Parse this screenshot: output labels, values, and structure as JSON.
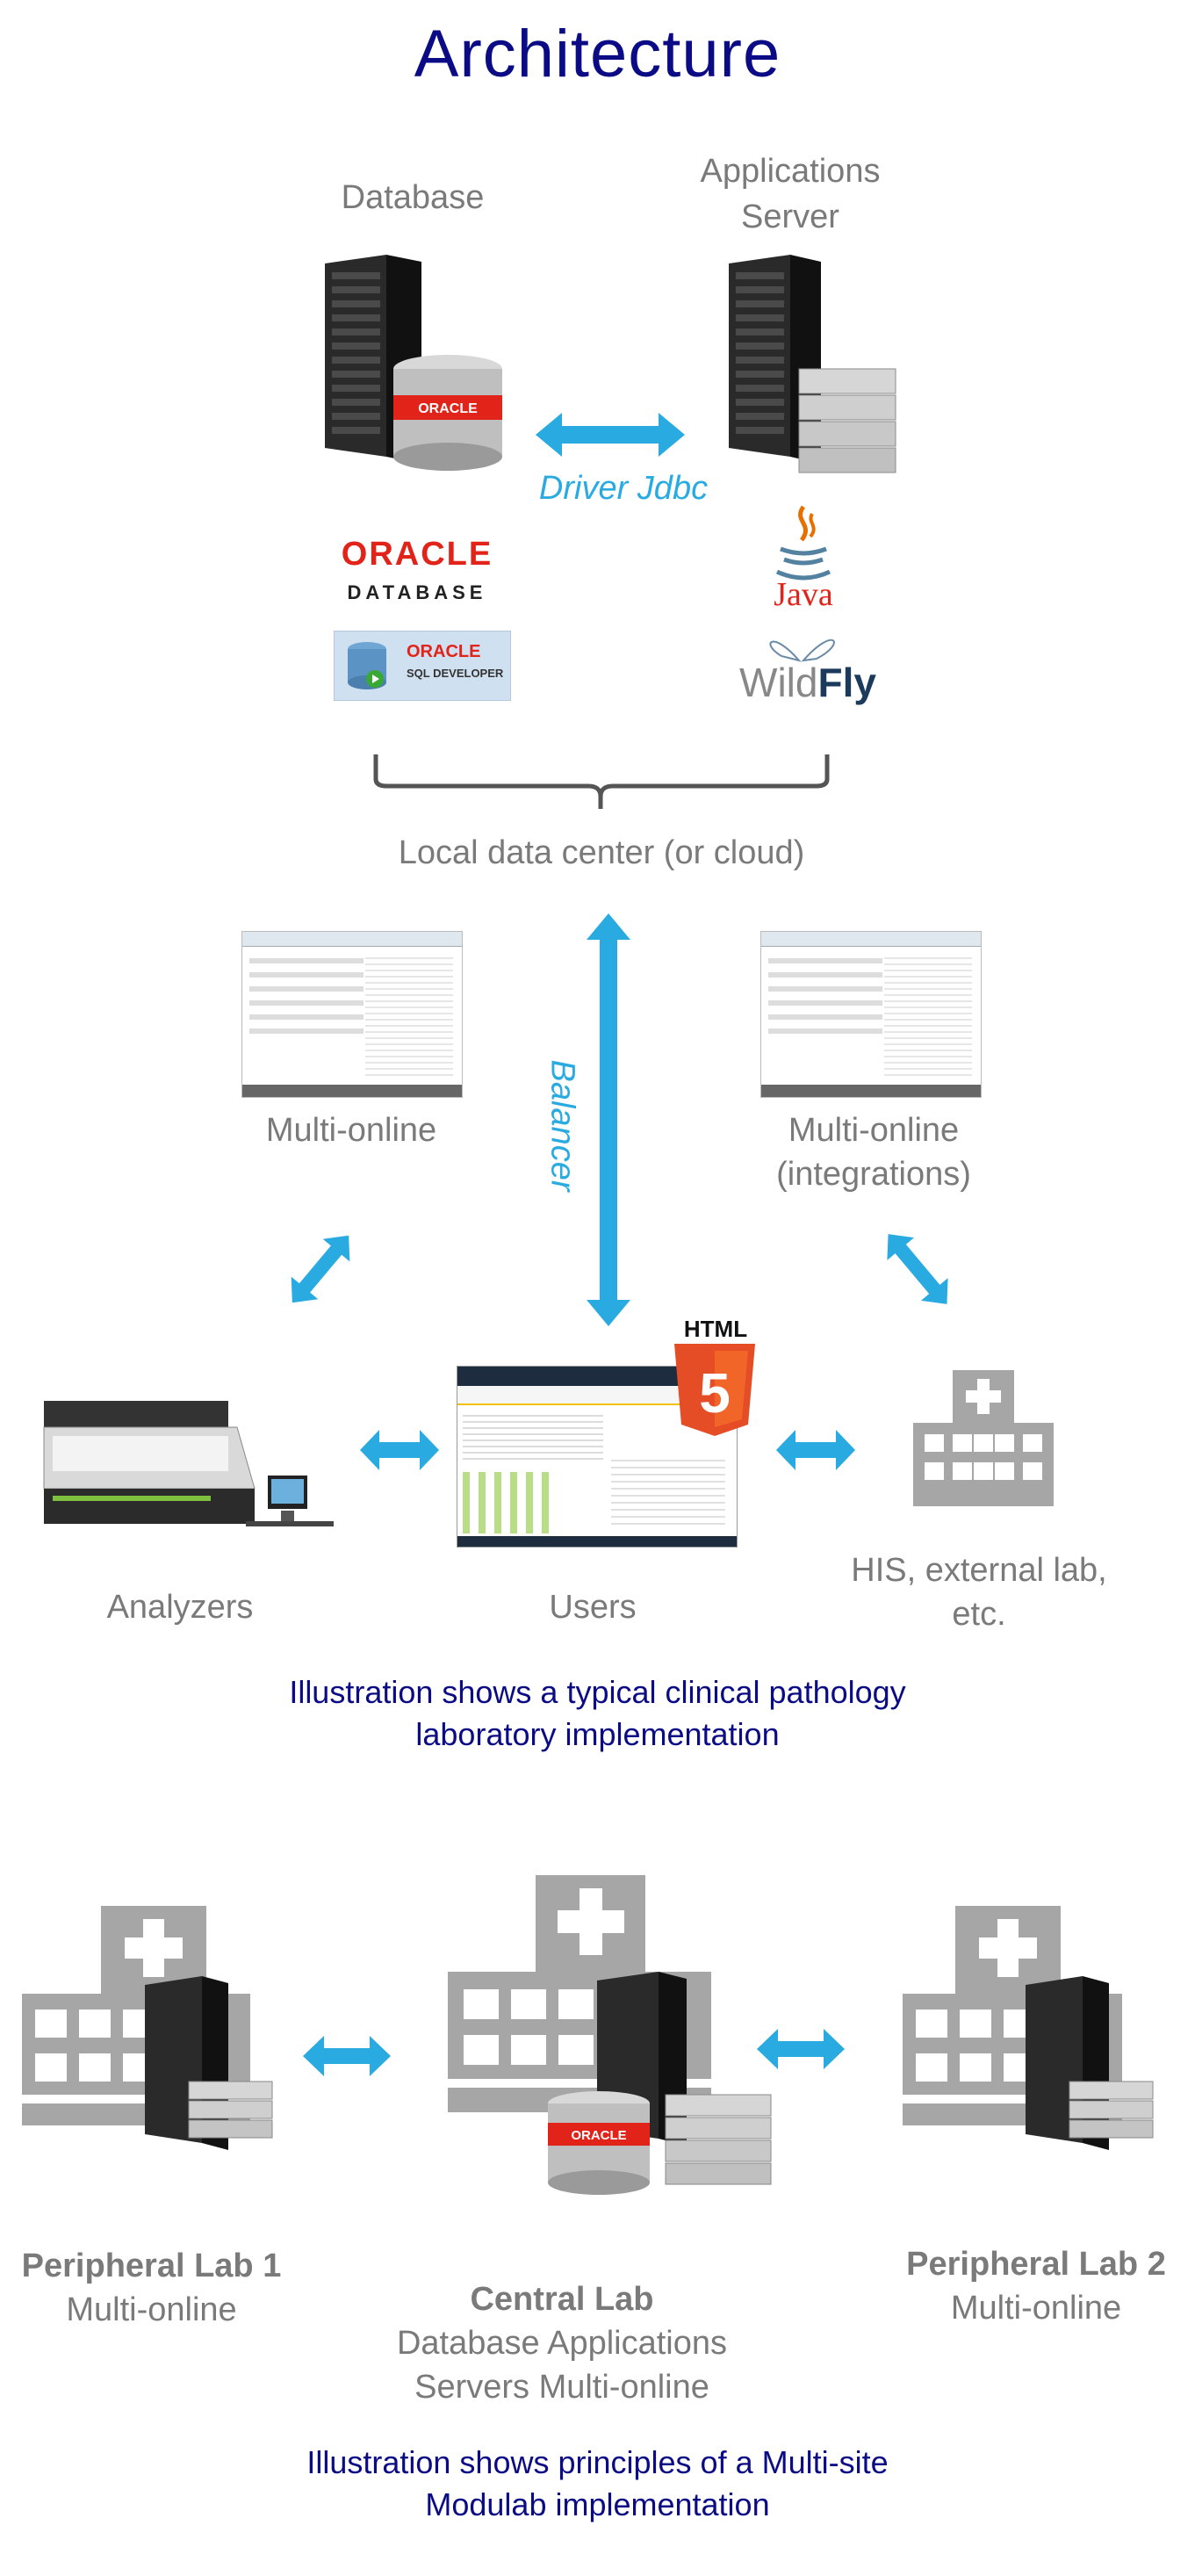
{
  "title": "Architecture",
  "top": {
    "database_label": "Database",
    "app_server_label_1": "Applications",
    "app_server_label_2": "Server",
    "driver_label": "Driver Jdbc",
    "oracle_logo_text": "ORACLE",
    "oracle_database_text": "DATABASE",
    "sql_dev_oracle_text": "ORACLE",
    "sql_dev_text": "SQL DEVELOPER",
    "java_text": "Java",
    "wildfly_text_1": "Wild",
    "wildfly_text_2": "Fly",
    "datacenter_label": "Local data center (or cloud)"
  },
  "middle": {
    "balancer_label": "Balancer",
    "multi_online_label": "Multi-online",
    "multi_online_int_label_1": "Multi-online",
    "multi_online_int_label_2": "(integrations)",
    "html5_text": "HTML",
    "html5_num": "5",
    "analyzers_label": "Analyzers",
    "users_label": "Users",
    "his_label_1": "HIS, external lab,",
    "his_label_2": "etc.",
    "caption_1": "Illustration shows a typical clinical pathology",
    "caption_2": "laboratory implementation"
  },
  "bottom": {
    "peripheral1_title": "Peripheral Lab 1",
    "peripheral1_sub": "Multi-online",
    "central_title": "Central Lab",
    "central_sub_1": "Database Applications",
    "central_sub_2": "Servers Multi-online",
    "central_oracle": "ORACLE",
    "peripheral2_title": "Peripheral Lab 2",
    "peripheral2_sub": "Multi-online",
    "caption_1": "Illustration shows principles of a Multi-site",
    "caption_2": "Modulab implementation"
  },
  "colors": {
    "title_blue": "#0b0b86",
    "arrow_blue": "#29abe2",
    "label_gray": "#7a7a7a",
    "oracle_red": "#e2231a",
    "html5_orange": "#e44d26",
    "building_gray": "#a6a6a6"
  }
}
